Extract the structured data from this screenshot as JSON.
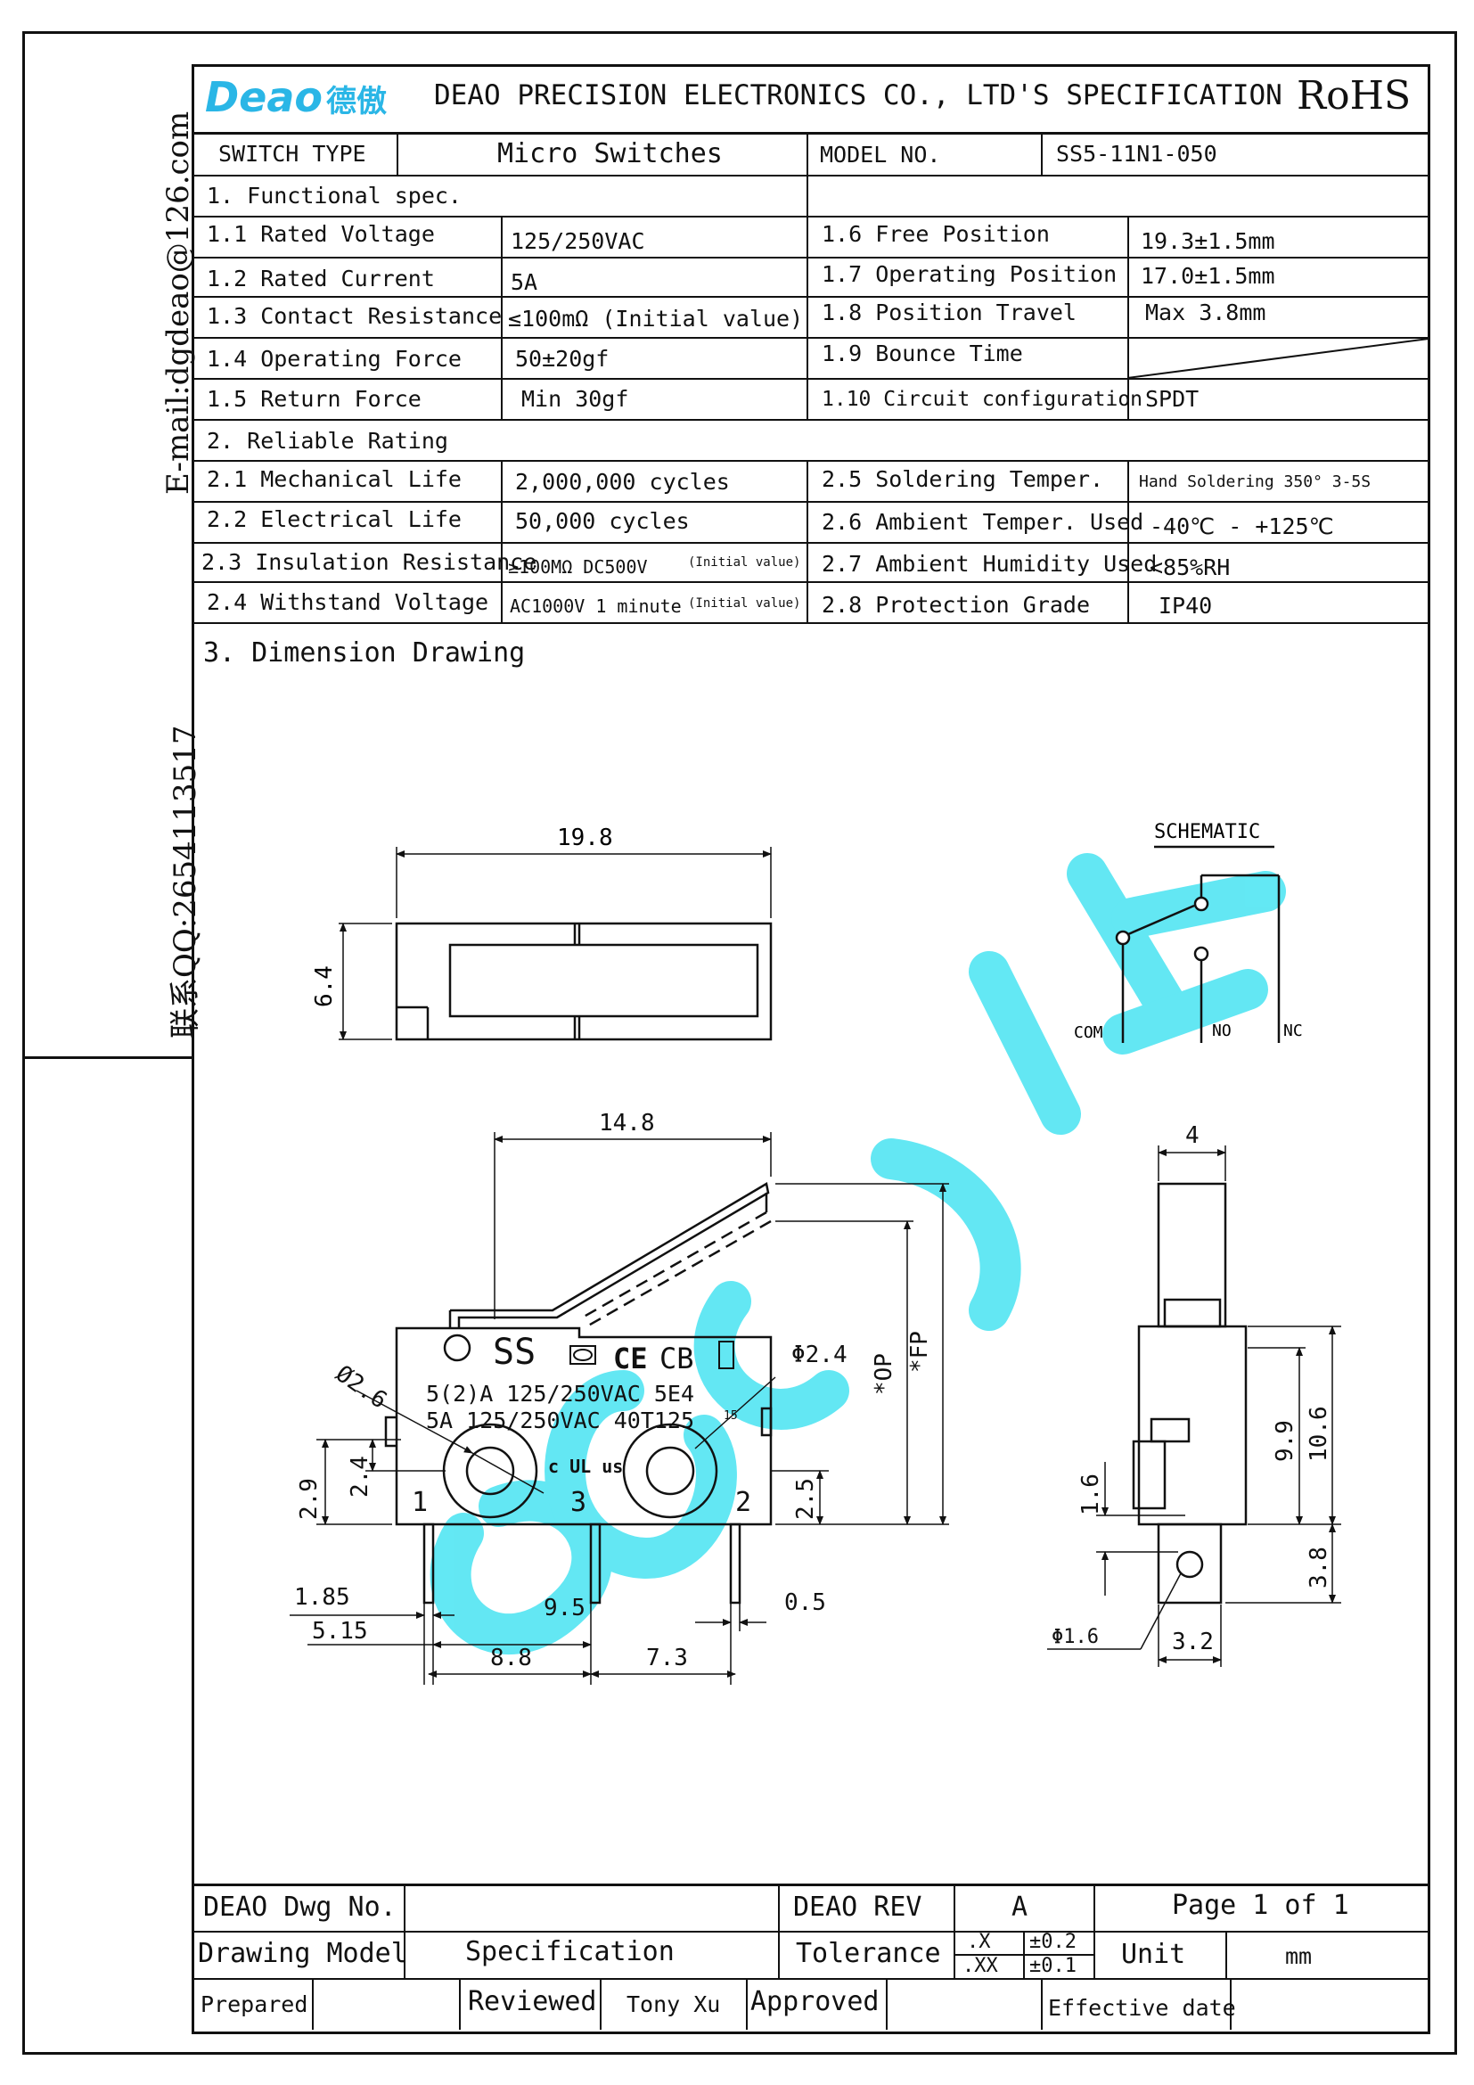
{
  "side": {
    "email": "E-mail:dgdeao@126.com",
    "qq": "联系QQ:2654113517"
  },
  "header": {
    "logo_text": "Deao",
    "logo_cn": "德傲",
    "company": "DEAO PRECISION ELECTRONICS CO., LTD'S SPECIFICATION",
    "rohs": "RoHS",
    "brand_color": "#2ab6e6"
  },
  "type_row": {
    "switch_type_label": "SWITCH TYPE",
    "switch_type_value": "Micro Switches",
    "model_label": "MODEL NO.",
    "model_value": "SS5-11N1-050"
  },
  "sections": {
    "functional": "1. Functional spec.",
    "reliable": "2. Reliable Rating",
    "dimension": "3. Dimension Drawing"
  },
  "functional_rows": [
    {
      "label": "1.1 Rated Voltage",
      "value": "125/250VAC",
      "label2": "1.6  Free Position",
      "value2": "19.3±1.5mm"
    },
    {
      "label": "1.2 Rated Current",
      "value": "5A",
      "label2": "1.7  Operating Position",
      "value2": "17.0±1.5mm"
    },
    {
      "label": "1.3 Contact Resistance",
      "value": "≤100mΩ (Initial value)",
      "label2": "1.8  Position Travel",
      "value2": "Max 3.8mm"
    },
    {
      "label": "1.4 Operating Force",
      "value": "50±20gf",
      "label2": "1.9  Bounce Time",
      "value2": ""
    },
    {
      "label": "1.5 Return Force",
      "value": "Min 30gf",
      "label2": "1.10 Circuit configuration",
      "value2": "SPDT"
    }
  ],
  "reliable_rows": [
    {
      "label": "2.1 Mechanical Life",
      "value": "2,000,000 cycles",
      "label2": "2.5 Soldering Temper.",
      "value2": "Hand Soldering 350°  3-5S"
    },
    {
      "label": "2.2 Electrical Life",
      "value": "50,000 cycles",
      "label2": "2.6 Ambient Temper. Used",
      "value2": "-40℃ - +125℃"
    },
    {
      "label": "2.3 Insulation Resistance",
      "value": "≥100MΩ DC500V",
      "value_note": "(Initial value)",
      "label2": "2.7 Ambient Humidity Used",
      "value2": "<85%RH"
    },
    {
      "label": "2.4  Withstand Voltage",
      "value": "AC1000V 1 minute",
      "value_note": "(Initial value)",
      "label2": "2.8 Protection Grade",
      "value2": "IP40"
    }
  ],
  "drawing": {
    "top_view": {
      "width": "19.8",
      "height": "6.4"
    },
    "schematic": {
      "title": "SCHEMATIC",
      "com": "COM",
      "no": "NO",
      "nc": "NC"
    },
    "front_view": {
      "width": "14.8",
      "hole_big": "Φ2.4",
      "hole_small": "Ø2.6",
      "op": "*OP",
      "fp": "*FP",
      "marking_ss": "SS",
      "marking_cb": "CB",
      "marking_ce": "CE",
      "marking_line1": "5(2)A 125/250VAC 5E4",
      "marking_line2": "5A 125/250VAC 40T125",
      "marking_ul": "c UL us",
      "marking_t15": "15",
      "pin1": "1",
      "pin2": "2",
      "pin3": "3",
      "d_2_9": "2.9",
      "d_2_4": "2.4",
      "d_2_5": "2.5",
      "d_1_85": "1.85",
      "d_5_15": "5.15",
      "d_9_5": "9.5",
      "d_0_5": "0.5",
      "d_8_8": "8.8",
      "d_7_3": "7.3"
    },
    "side_view": {
      "width": "4",
      "d_9_9": "9.9",
      "d_10_6": "10.6",
      "d_1_6": "1.6",
      "d_3_8": "3.8",
      "d_3_2": "3.2",
      "hole": "Φ1.6"
    }
  },
  "title_block": {
    "dwg_no_label": "DEAO Dwg No.",
    "dwg_no_value": "",
    "rev_label": "DEAO REV",
    "rev_value": "A",
    "page": "Page 1 of 1",
    "model_label": "Drawing Model",
    "model_value": "Specification",
    "tolerance_label": "Tolerance",
    "tol_x": ".X",
    "tol_x_val": "±0.2",
    "tol_xx": ".XX",
    "tol_xx_val": "±0.1",
    "unit_label": "Unit",
    "unit_value": "mm",
    "prepared_label": "Prepared",
    "reviewed_label": "Reviewed",
    "reviewer": "Tony Xu",
    "approved_label": "Approved",
    "effective_label": "Effective date"
  }
}
